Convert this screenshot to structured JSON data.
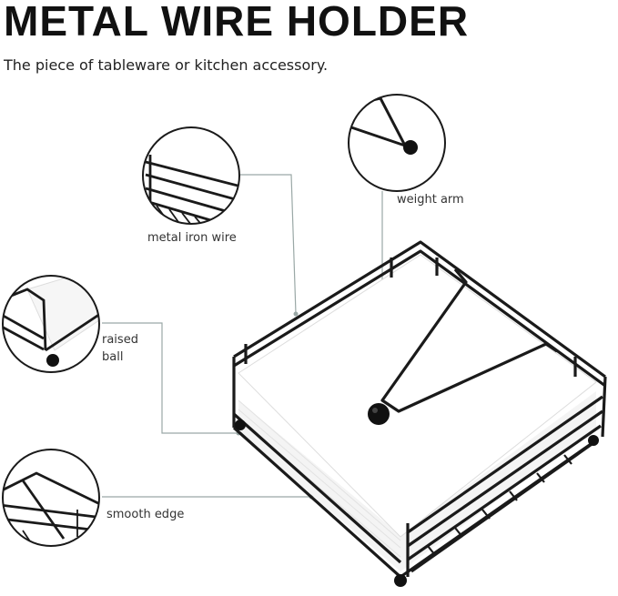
{
  "title": "METAL WIRE HOLDER",
  "subtitle": "The piece of tableware or kitchen accessory.",
  "callouts": {
    "metal_iron_wire": "metal iron wire",
    "weight_arm": "weight arm",
    "raised_ball_line1": "raised",
    "raised_ball_line2": "ball",
    "smooth_edge": "smooth edge"
  },
  "colors": {
    "wire": "#1a1a1a",
    "leader_line": "#9aa8a6",
    "napkin": "#ffffff",
    "napkin_shadow": "#e6e6e6"
  }
}
